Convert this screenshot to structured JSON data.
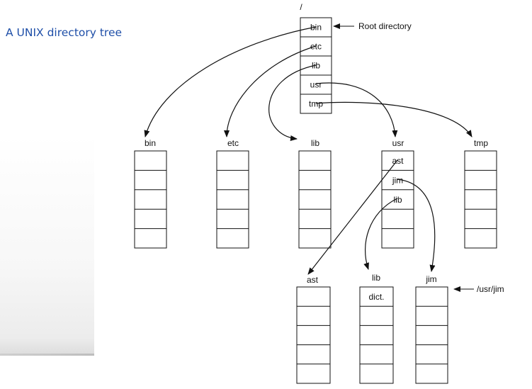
{
  "title": "A UNIX directory tree",
  "root": {
    "label": "/",
    "entries": [
      "bin",
      "etc",
      "lib",
      "usr",
      "tmp"
    ],
    "annotation": "Root directory"
  },
  "level1": [
    {
      "name": "bin",
      "entries": [
        "",
        "",
        "",
        "",
        ""
      ]
    },
    {
      "name": "etc",
      "entries": [
        "",
        "",
        "",
        "",
        ""
      ]
    },
    {
      "name": "lib",
      "entries": [
        "",
        "",
        "",
        "",
        ""
      ]
    },
    {
      "name": "usr",
      "entries": [
        "ast",
        "jim",
        "lib",
        "",
        ""
      ]
    },
    {
      "name": "tmp",
      "entries": [
        "",
        "",
        "",
        "",
        ""
      ]
    }
  ],
  "level2": [
    {
      "name": "ast",
      "entries": [
        "",
        "",
        "",
        "",
        ""
      ]
    },
    {
      "name": "lib",
      "entries": [
        "dict.",
        "",
        "",
        "",
        ""
      ]
    },
    {
      "name": "jim",
      "entries": [
        "",
        "",
        "",
        "",
        ""
      ],
      "annotation": "/usr/jim"
    }
  ]
}
